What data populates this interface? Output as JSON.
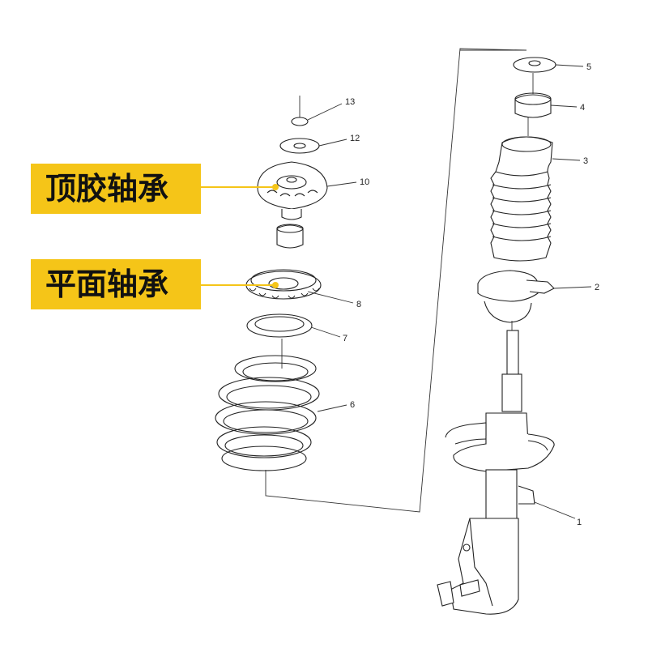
{
  "callouts": {
    "top_mount": "顶胶轴承",
    "plane_bearing": "平面轴承"
  },
  "part_numbers": {
    "p1": "1",
    "p2": "2",
    "p3": "3",
    "p4": "4",
    "p5": "5",
    "p6": "6",
    "p7": "7",
    "p8": "8",
    "p10": "10",
    "p12": "12",
    "p13": "13"
  },
  "colors": {
    "callout_bg": "#f5c518",
    "leader": "#f5c518",
    "line_art": "#222222"
  }
}
